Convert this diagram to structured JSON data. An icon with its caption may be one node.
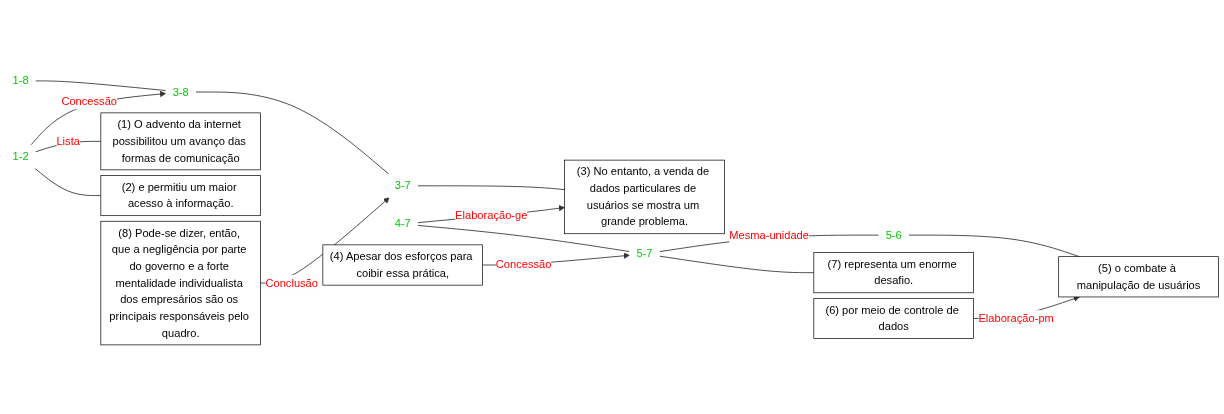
{
  "diagram": {
    "nodes": [
      {
        "text": [
          "1-8"
        ]
      },
      {
        "text": [
          "1-2"
        ]
      },
      {
        "text": [
          "3-8"
        ]
      },
      {
        "text": [
          "(1) O advento da internet possibilitou um avanço das formas de comunicação"
        ]
      },
      {
        "text": [
          "(2) e permitiu um maior acesso à informação."
        ]
      },
      {
        "text": [
          "3-7"
        ]
      },
      {
        "text": [
          "(8) Pode-se dizer, então, que a negligência por parte do governo e a forte mentalidade individualista dos empresários são os principais responsáveis pelo quadro."
        ]
      },
      {
        "text": [
          "(3) No entanto, a venda de dados particulares de usuários se mostra um grande problema."
        ]
      },
      {
        "text": [
          "4-7"
        ]
      },
      {
        "text": [
          "(4) Apesar dos esforços para coibir essa prática,"
        ]
      },
      {
        "text": [
          "5-7"
        ]
      },
      {
        "text": [
          "5-6"
        ]
      },
      {
        "text": [
          "(7) representa um enorme desafio."
        ]
      },
      {
        "text": [
          "(5) o combate à manipulação de usuários"
        ]
      },
      {
        "text": [
          "(6) por meio de controle de dados"
        ]
      }
    ],
    "edges": [
      {
        "from": 0,
        "to": 2,
        "arrow": "none"
      },
      {
        "from": 1,
        "to": 2,
        "arrow": "to",
        "label": "Concessão"
      },
      {
        "from": 1,
        "to": 3,
        "arrow": "none",
        "label": "Lista"
      },
      {
        "from": 1,
        "to": 4,
        "arrow": "none"
      },
      {
        "from": 2,
        "to": 5,
        "arrow": "none"
      },
      {
        "from": 6,
        "to": 5,
        "arrow": "to",
        "label": "Conclusão"
      },
      {
        "from": 5,
        "to": 7,
        "arrow": "none"
      },
      {
        "from": 8,
        "to": 7,
        "arrow": "to",
        "label": "Elaboração-ge"
      },
      {
        "from": 8,
        "to": 10,
        "arrow": "none"
      },
      {
        "from": 9,
        "to": 10,
        "arrow": "to",
        "label": "Concessão"
      },
      {
        "from": 10,
        "to": 11,
        "arrow": "none",
        "label": "Mesma-unidade"
      },
      {
        "from": 10,
        "to": 12,
        "arrow": "none"
      },
      {
        "from": 11,
        "to": 13,
        "arrow": "none"
      },
      {
        "from": 14,
        "to": 13,
        "arrow": "to",
        "label": "Elaboração-pm"
      }
    ]
  }
}
